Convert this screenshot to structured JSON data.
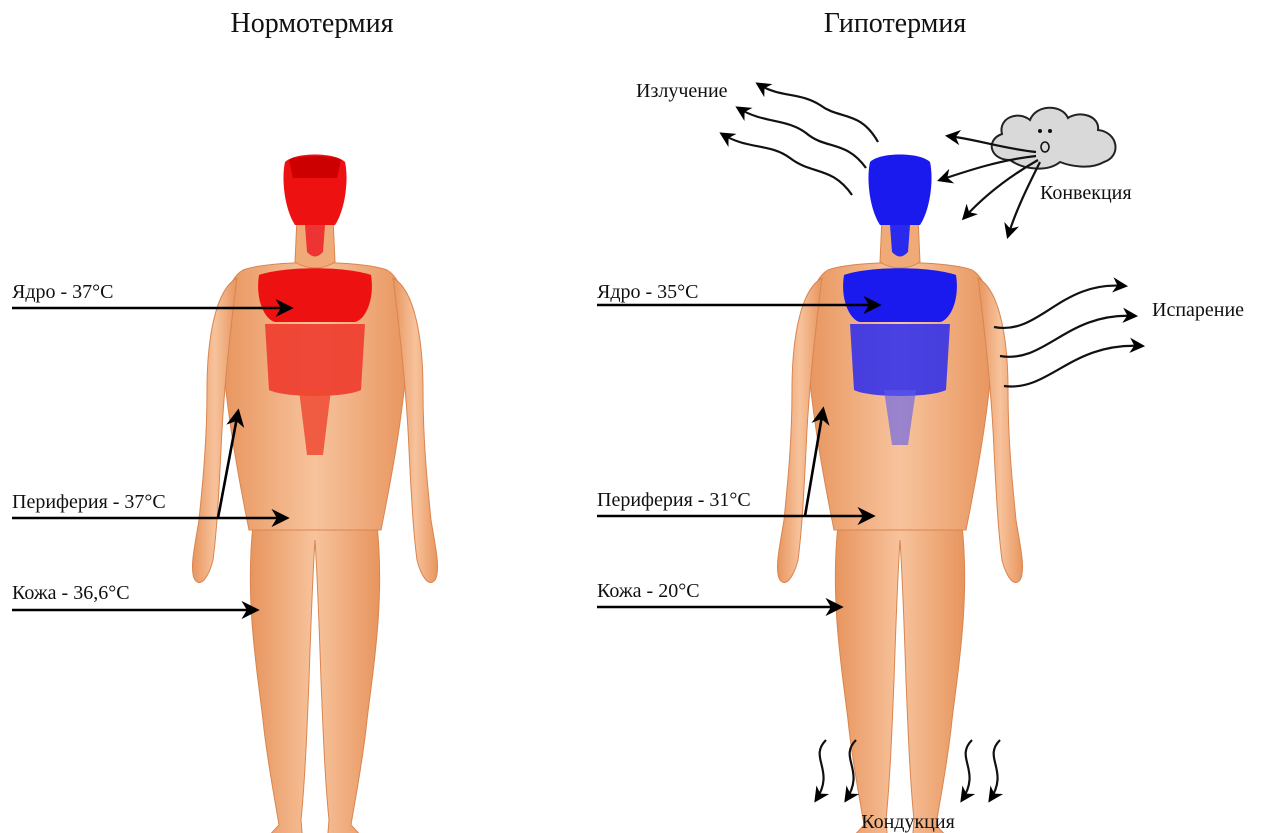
{
  "panels": {
    "left": {
      "title": "Нормотермия",
      "core": "Ядро - 37°C",
      "periphery": "Периферия - 37°C",
      "skin": "Кожа - 36,6°C",
      "accent": "#ee1111"
    },
    "right": {
      "title": "Гипотермия",
      "core": "Ядро - 35°C",
      "periphery": "Периферия - 31°C",
      "skin": "Кожа - 20°C",
      "accent": "#1a1aee"
    }
  },
  "heat_loss": {
    "radiation": "Излучение",
    "convection": "Конвекция",
    "evaporation": "Испарение",
    "conduction": "Кондукция"
  },
  "colors": {
    "skin": "#f4b183",
    "skin_shade": "#e8955e",
    "cloud": "#d9d9d9"
  }
}
